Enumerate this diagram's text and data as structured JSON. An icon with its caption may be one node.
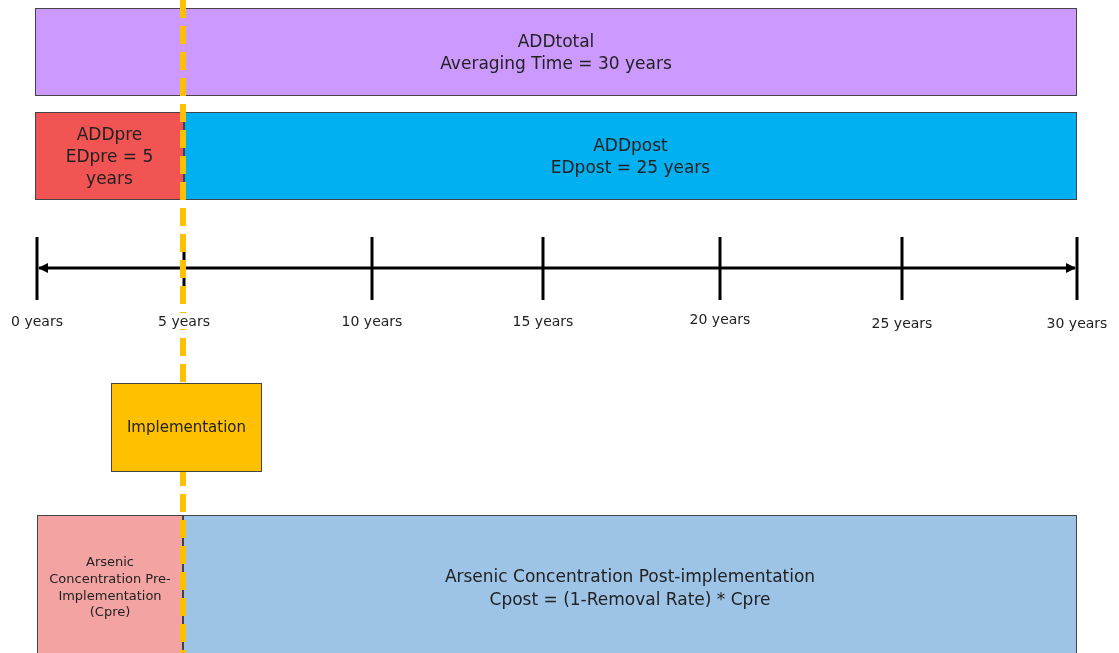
{
  "diagram": {
    "nodes": [
      {
        "text": [
          "ADDtotal",
          "Averaging Time = 30 years"
        ]
      },
      {
        "text": [
          "ADDpre",
          "EDpre = 5 years"
        ]
      },
      {
        "text": [
          "ADDpost",
          "EDpost = 25 years"
        ]
      },
      {
        "text": [
          "Implementation"
        ]
      },
      {
        "text": [
          "Arsenic Concentration Pre-Implementation (Cpre)"
        ]
      },
      {
        "text": [
          "Arsenic Concentration Post-implementation",
          "Cpost = (1-Removal Rate) * Cpre"
        ]
      }
    ],
    "edges": [],
    "labels": [
      "0 years",
      "5 years",
      "10 years",
      "15 years",
      "20 years",
      "25 years",
      "30 years"
    ]
  }
}
